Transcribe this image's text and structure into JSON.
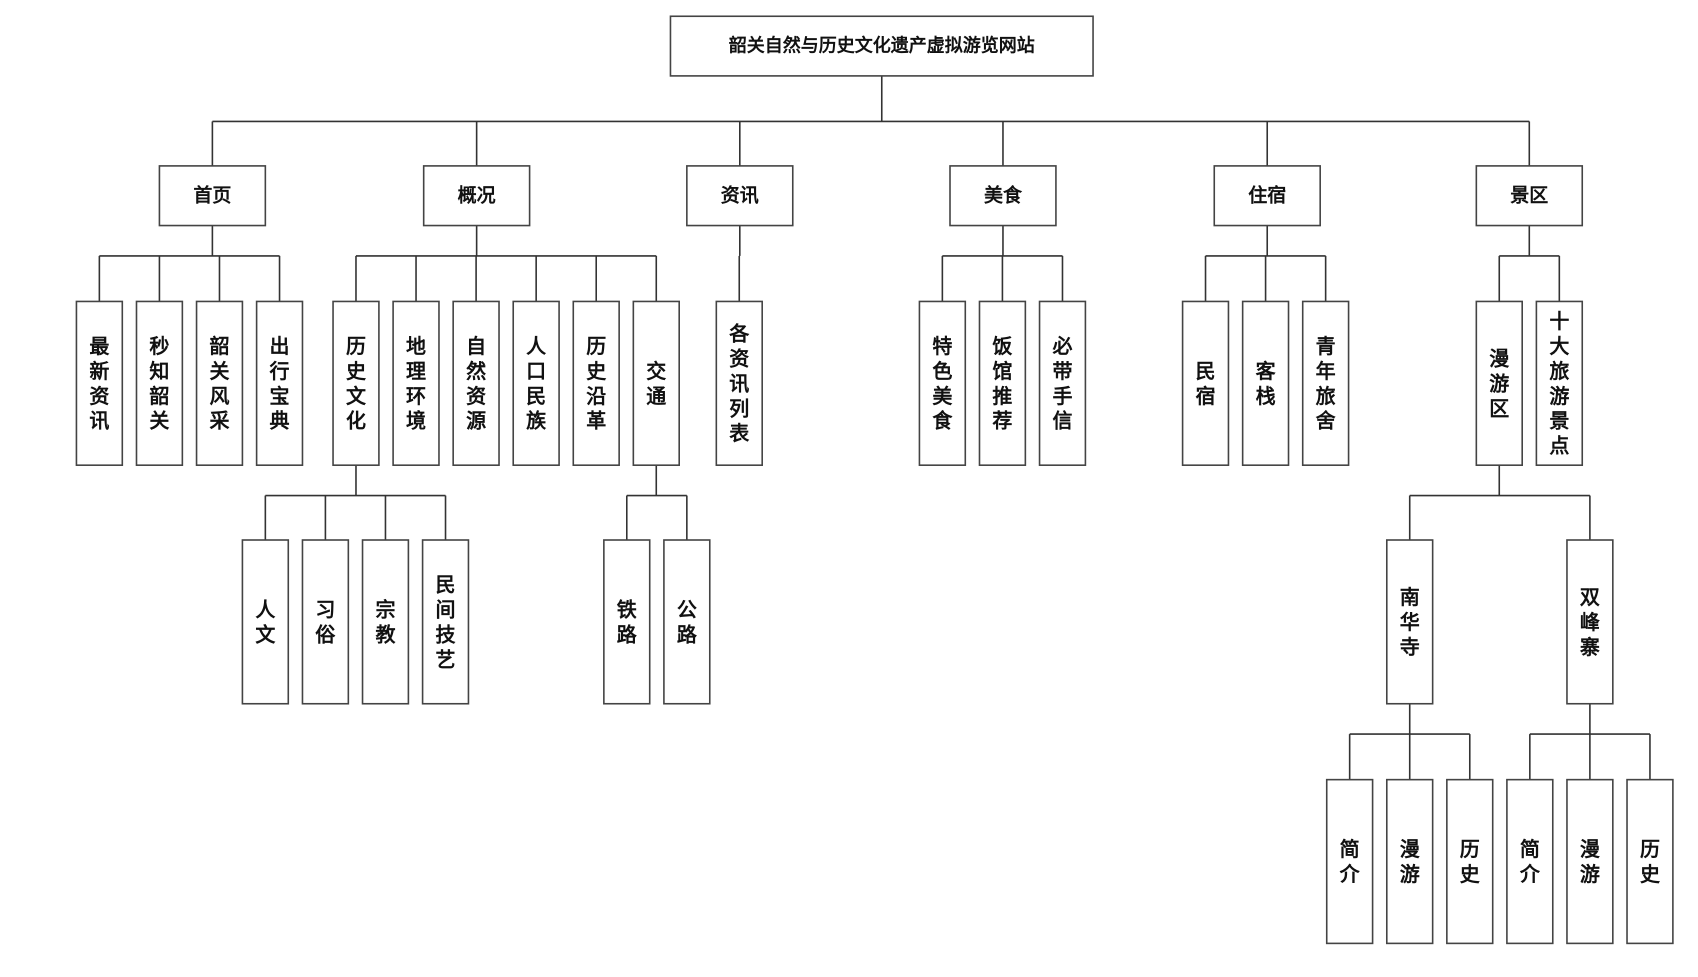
{
  "diagram": {
    "type": "tree",
    "root": {
      "label": "韶关自然与历史文化遗产虚拟游览网站",
      "children": [
        {
          "label": "首页",
          "children": [
            {
              "label": "最新资讯"
            },
            {
              "label": "秒知韶关"
            },
            {
              "label": "韶关风采"
            },
            {
              "label": "出行宝典"
            }
          ]
        },
        {
          "label": "概况",
          "children": [
            {
              "label": "历史文化",
              "children": [
                {
                  "label": "人文"
                },
                {
                  "label": "习俗"
                },
                {
                  "label": "宗教"
                },
                {
                  "label": "民间技艺"
                }
              ]
            },
            {
              "label": "地理环境"
            },
            {
              "label": "自然资源"
            },
            {
              "label": "人口民族"
            },
            {
              "label": "历史沿革"
            },
            {
              "label": "交通",
              "children": [
                {
                  "label": "铁路"
                },
                {
                  "label": "公路"
                }
              ]
            }
          ]
        },
        {
          "label": "资讯",
          "children": [
            {
              "label": "各资讯列表"
            }
          ]
        },
        {
          "label": "美食",
          "children": [
            {
              "label": "特色美食"
            },
            {
              "label": "饭馆推荐"
            },
            {
              "label": "必带手信"
            }
          ]
        },
        {
          "label": "住宿",
          "children": [
            {
              "label": "民宿"
            },
            {
              "label": "客栈"
            },
            {
              "label": "青年旅舍"
            }
          ]
        },
        {
          "label": "景区",
          "children": [
            {
              "label": "漫游区",
              "children": [
                {
                  "label": "南华寺",
                  "children": [
                    {
                      "label": "简介"
                    },
                    {
                      "label": "漫游"
                    },
                    {
                      "label": "历史"
                    }
                  ]
                },
                {
                  "label": "双峰寨",
                  "children": [
                    {
                      "label": "简介"
                    },
                    {
                      "label": "漫游"
                    },
                    {
                      "label": "历史"
                    }
                  ]
                }
              ]
            },
            {
              "label": "十大旅游景点"
            }
          ]
        }
      ]
    }
  }
}
